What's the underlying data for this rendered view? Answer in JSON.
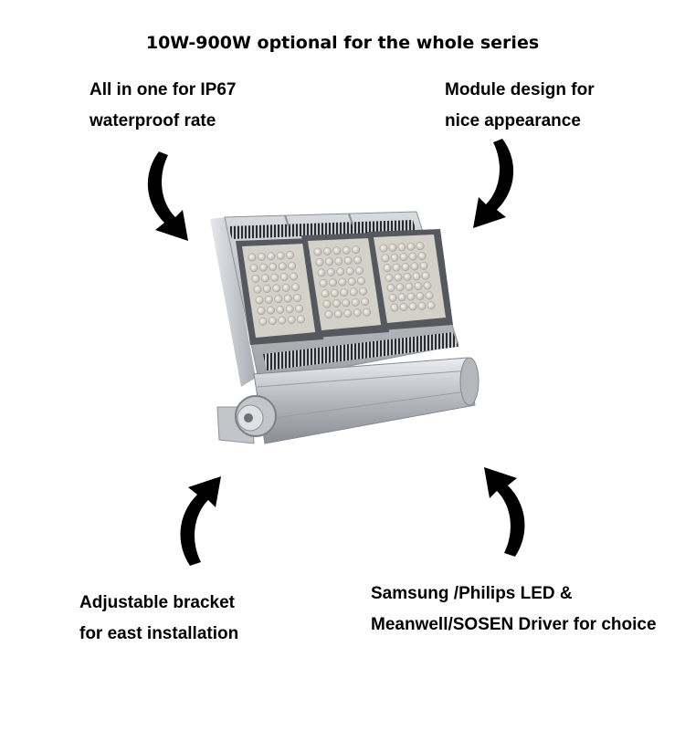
{
  "title": "10W-900W optional for the whole series",
  "captions": {
    "top_left": [
      "All in one for IP67",
      "waterproof rate"
    ],
    "top_right": [
      "Module design for",
      "nice appearance"
    ],
    "bottom_left": [
      "Adjustable bracket",
      "for east installation"
    ],
    "bottom_right": [
      "Samsung /Philips LED &",
      "Meanwell/SOSEN Driver for choice"
    ]
  },
  "product": {
    "name": "led-flood-light-fixture",
    "modules": 3,
    "leds_per_module": 35,
    "colors": {
      "housing": "#b9bcc1",
      "shadow": "#6f7379",
      "lens": "#d4d1c8",
      "fins": "#2a2b2e"
    }
  },
  "arrow_color": "#000000"
}
